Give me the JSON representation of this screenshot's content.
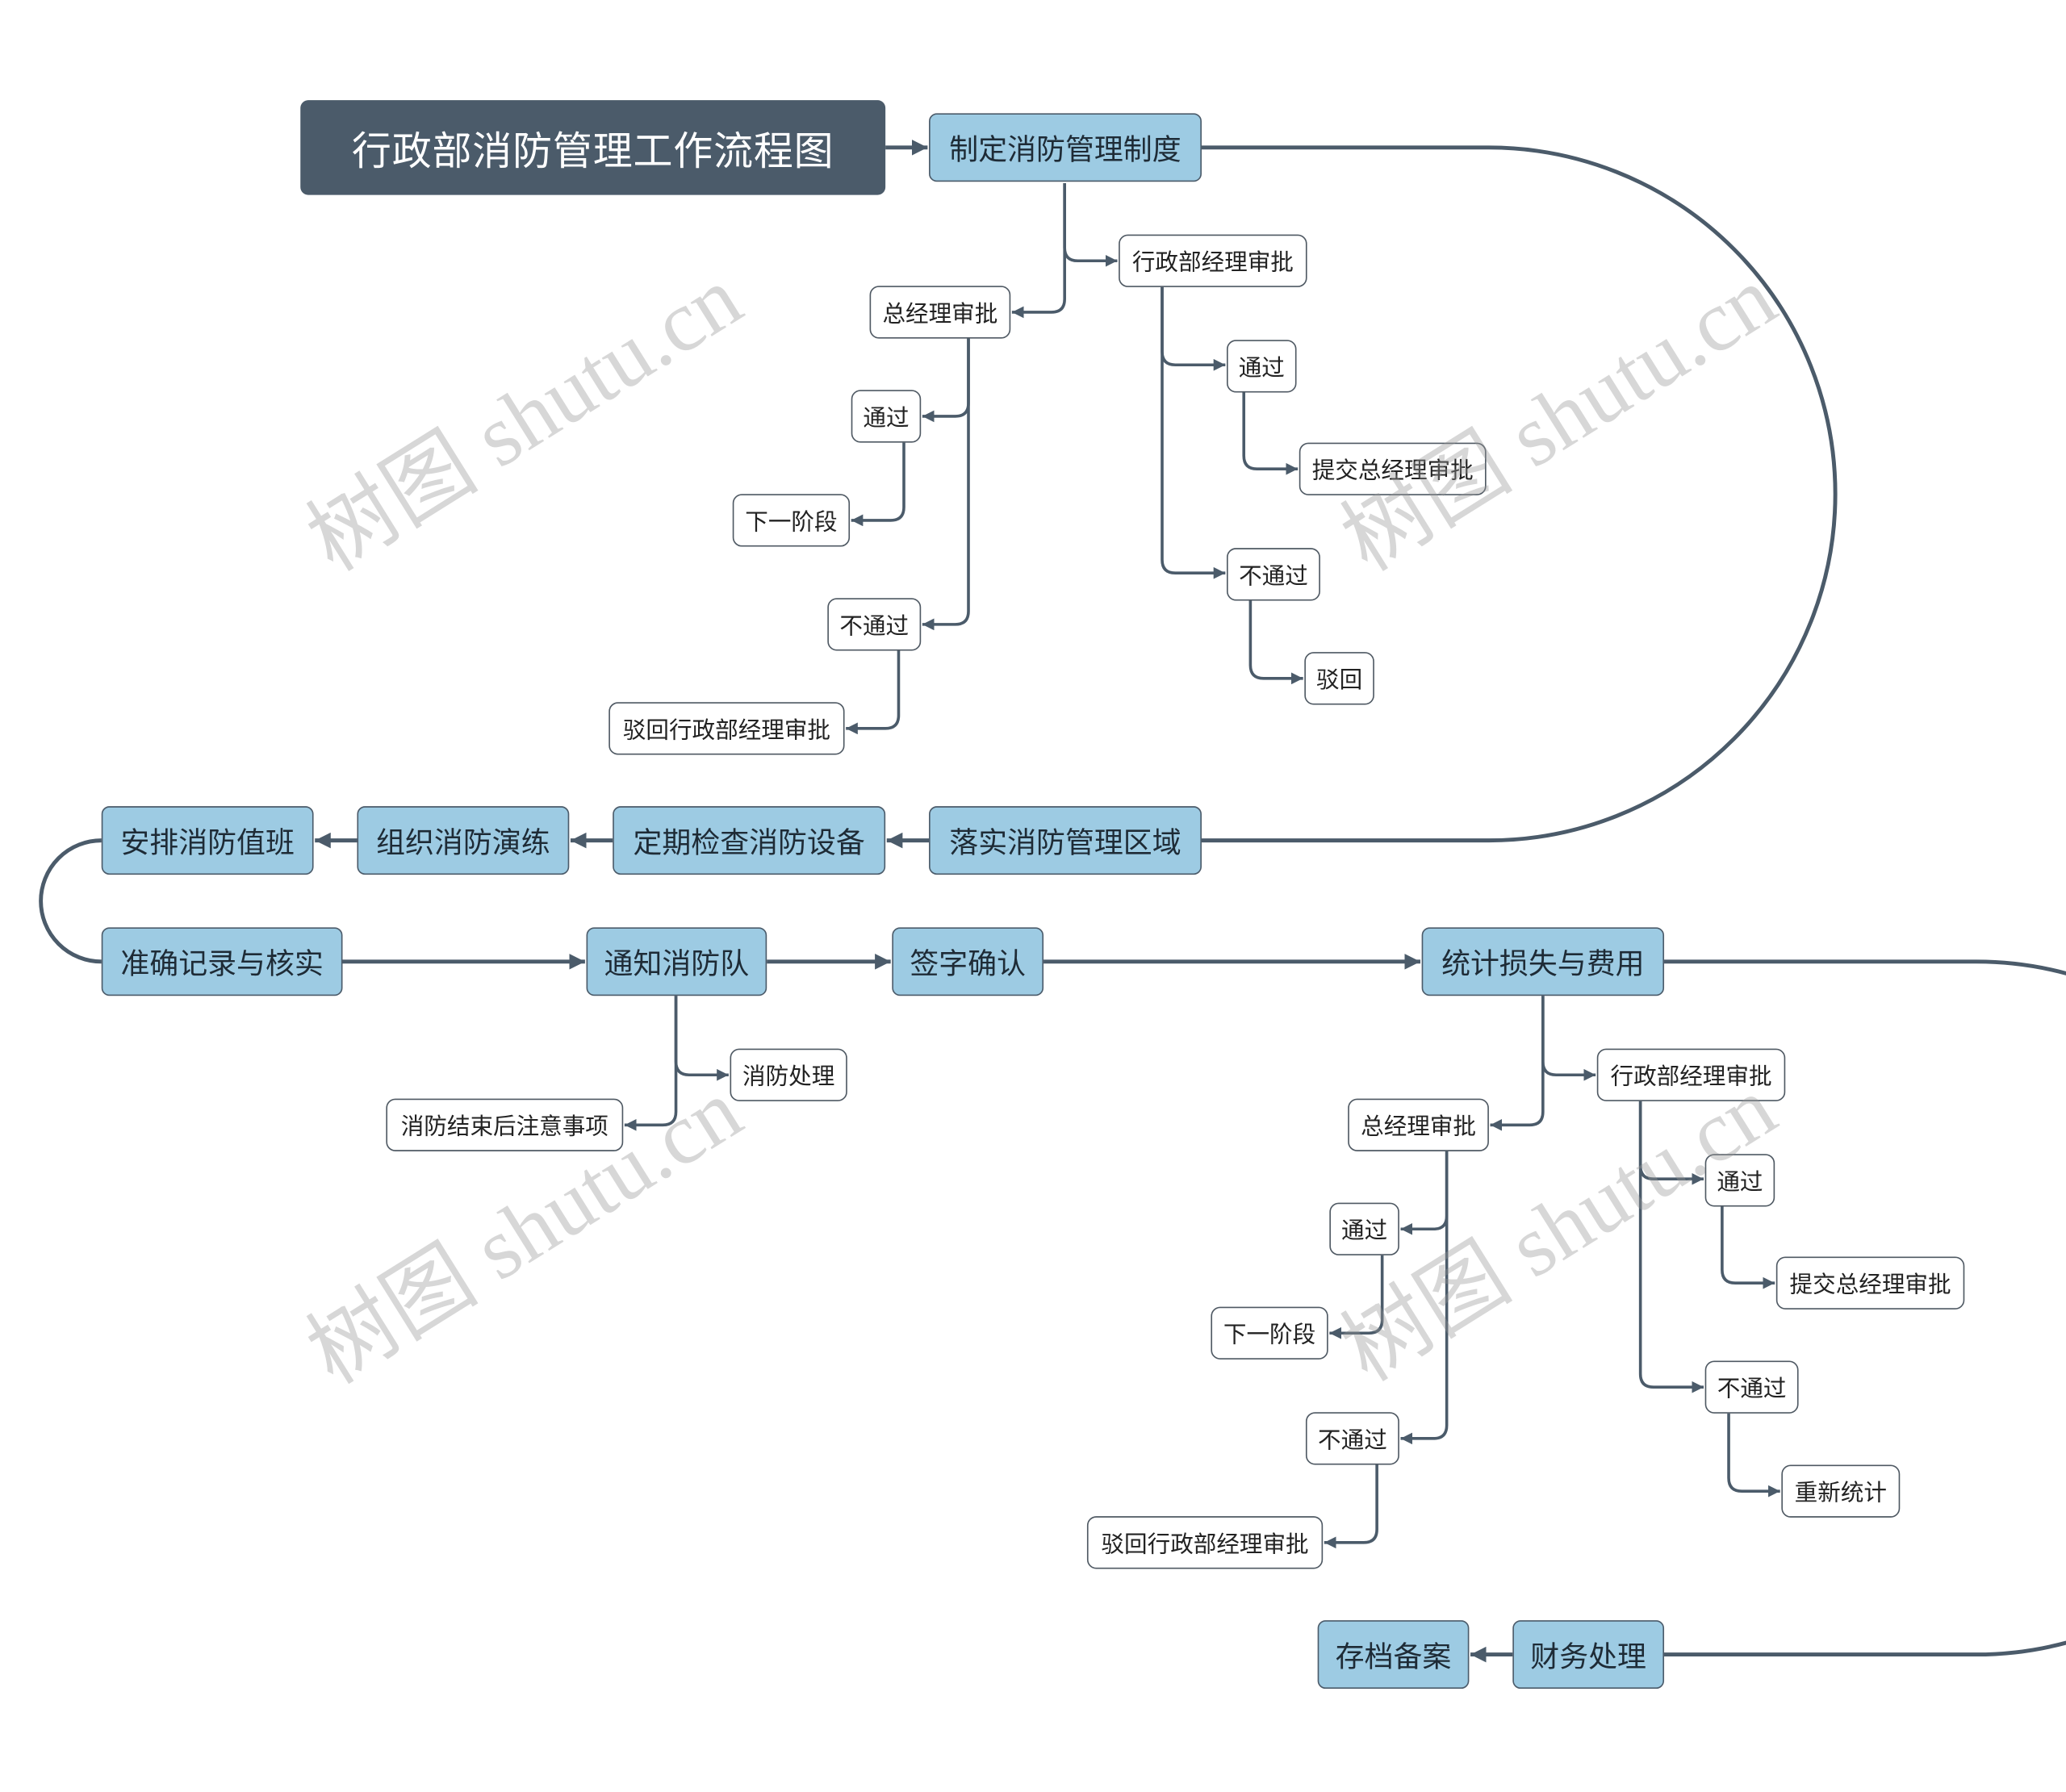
{
  "title": "行政部消防管理工作流程图",
  "steps": [
    "制定消防管理制度",
    "落实消防管理区域",
    "定期检查消防设备",
    "组织消防演练",
    "安排消防值班",
    "准确记录与核实",
    "通知消防队",
    "签字确认",
    "统计损失与费用",
    "财务处理",
    "存档备案"
  ],
  "policy_review": {
    "admin_manager": "行政部经理审批",
    "admin_pass": "通过",
    "admin_pass_next": "提交总经理审批",
    "admin_fail": "不通过",
    "admin_fail_next": "驳回",
    "gm": "总经理审批",
    "gm_pass": "通过",
    "gm_pass_next": "下一阶段",
    "gm_fail": "不通过",
    "gm_fail_next": "驳回行政部经理审批"
  },
  "fire_response": {
    "handling": "消防处理",
    "aftercare": "消防结束后注意事项"
  },
  "cost_review": {
    "admin_manager": "行政部经理审批",
    "admin_pass": "通过",
    "admin_pass_next": "提交总经理审批",
    "admin_fail": "不通过",
    "admin_fail_next": "重新统计",
    "gm": "总经理审批",
    "gm_pass": "通过",
    "gm_pass_next": "下一阶段",
    "gm_fail": "不通过",
    "gm_fail_next": "驳回行政部经理审批"
  },
  "watermark": "树图 shutu.cn",
  "colors": {
    "title_fill": "#4b5b6a",
    "step_fill": "#9dcbe3",
    "branch_fill": "#ffffff",
    "connector": "#4b5b6a"
  }
}
